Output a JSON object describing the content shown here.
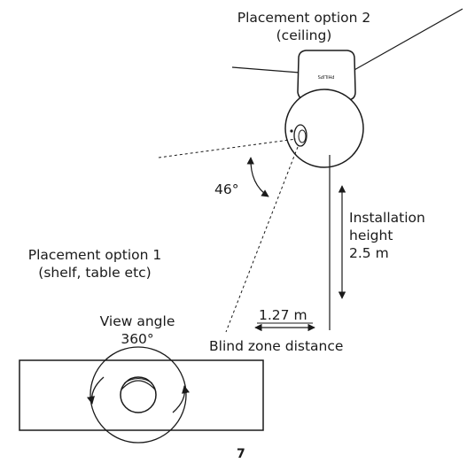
{
  "ceiling_option": {
    "line1": "Placement option 2",
    "line2": "(ceiling)"
  },
  "shelf_option": {
    "line1": "Placement option 1",
    "line2": "(shelf, table etc)"
  },
  "tilt_angle": "46°",
  "installation_height": {
    "line1": "Installation",
    "line2": "height",
    "value": "2.5 m"
  },
  "blind_zone": {
    "distance": "1.27 m",
    "label": "Blind zone distance"
  },
  "view_angle": {
    "line1": "View angle",
    "line2": "360°"
  },
  "camera_brand": "PHILIPS",
  "page_number": "7"
}
